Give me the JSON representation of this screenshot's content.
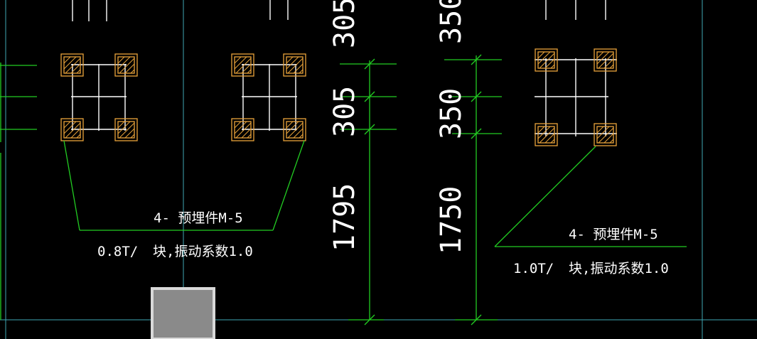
{
  "drawing": {
    "colors": {
      "background": "#000000",
      "green": "#22cc22",
      "cyan": "#3fa7b4",
      "white": "#ffffff",
      "embed_plate": "#e9a33a",
      "block_fill": "#8a8a8a",
      "block_border": "#d9d9d9"
    },
    "left_group": {
      "label_line1": "4-  预埋件M-5",
      "label_prefix": "0.8T/",
      "label_line2": "块,振动系数1.0"
    },
    "right_group": {
      "label_line1": "4-  预埋件M-5",
      "label_prefix": "1.0T/",
      "label_line2": "块,振动系数1.0"
    },
    "dimensions": {
      "left_top": "305",
      "left_mid": "305",
      "left_long": "1795",
      "right_top": "350",
      "right_mid": "350",
      "right_long": "1750"
    }
  }
}
